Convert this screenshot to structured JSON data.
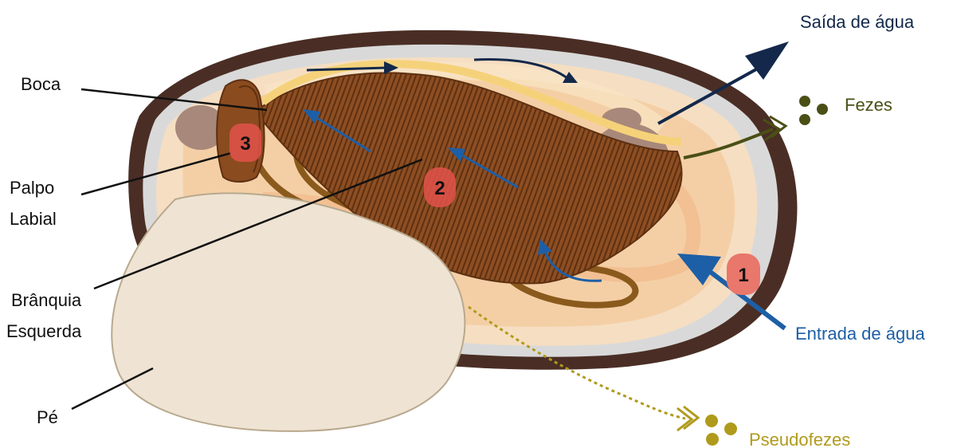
{
  "labels": {
    "boca": "Boca",
    "palpo_line1": "Palpo",
    "palpo_line2": "Labial",
    "branquia_line1": "Brânquia",
    "branquia_line2": "Esquerda",
    "pe": "Pé",
    "saida": "Saída de água",
    "fezes": "Fezes",
    "entrada": "Entrada de água",
    "pseudofezes": "Pseudofezes"
  },
  "markers": {
    "m1": "1",
    "m2": "2",
    "m3": "3"
  },
  "colors": {
    "shell_outer": "#4a2e25",
    "mantle": "#f4cfa6",
    "gill": "#8a4b1f",
    "foot": "#efe3d3",
    "incoming_water": "#1d5fa6",
    "outgoing_water": "#13284a",
    "feces": "#4a4f16",
    "pseudofeces": "#b09a1c",
    "marker": "#e2524a"
  }
}
